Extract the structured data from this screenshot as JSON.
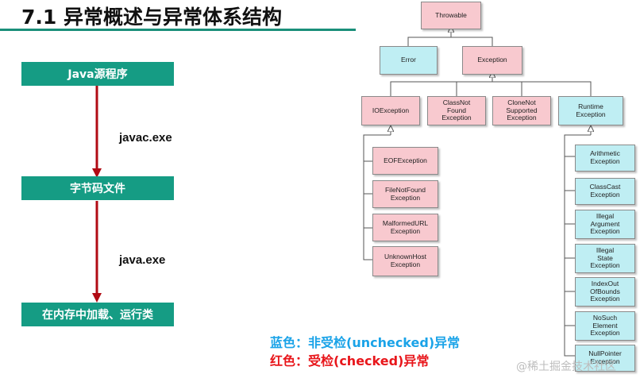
{
  "title": "7.1 异常概述与异常体系结构",
  "flow": {
    "source": "Java源程序",
    "compile_cmd": "javac.exe",
    "bytecode": "字节码文件",
    "run_cmd": "java.exe",
    "load": "在内存中加载、运行类"
  },
  "colors": {
    "flow_box": "#159c84",
    "checked": "#f8c9cf",
    "unchecked": "#bfeef3",
    "legend_blue": "#1aa3e8",
    "legend_red": "#e8161b",
    "arrow": "#b10b14"
  },
  "hierarchy": {
    "throwable": "Throwable",
    "error": "Error",
    "exception": "Exception",
    "ioexception": "IOException",
    "classnotfound": "ClassNot\nFound\nException",
    "clonenotsupported": "CloneNot\nSupported\nException",
    "runtime": "Runtime\nException",
    "eof": "EOFException",
    "filenotfound": "FileNotFound\nException",
    "malformedurl": "MalformedURL\nException",
    "unknownhost": "UnknownHost\nException",
    "arithmetic": "Arithmetic\nException",
    "classcast": "ClassCast\nException",
    "illegalargument": "Illegal\nArgument\nException",
    "illegalstate": "Illegal\nState\nException",
    "indexout": "IndexOut\nOfBounds\nException",
    "nosuchelement": "NoSuch\nElement\nException",
    "nullpointer": "NullPointer\nException"
  },
  "legend": {
    "blue": "蓝色：非受检(unchecked)异常",
    "red": "红色：受检(checked)异常"
  },
  "watermark": "@稀土掘金技术社区"
}
